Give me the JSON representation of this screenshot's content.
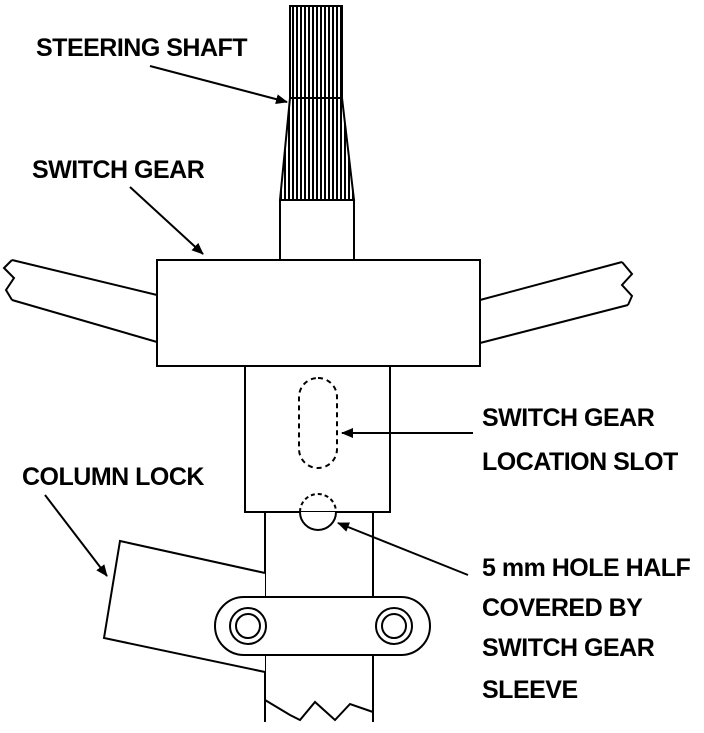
{
  "labels": {
    "steering_shaft": "STEERING SHAFT",
    "switch_gear": "SWITCH GEAR",
    "switch_gear_location_slot_line1": "SWITCH GEAR",
    "switch_gear_location_slot_line2": "LOCATION SLOT",
    "column_lock": "COLUMN LOCK",
    "hole_line1": "5 mm HOLE HALF",
    "hole_line2": "COVERED BY",
    "hole_line3": "SWITCH GEAR",
    "hole_line4": "SLEEVE"
  }
}
